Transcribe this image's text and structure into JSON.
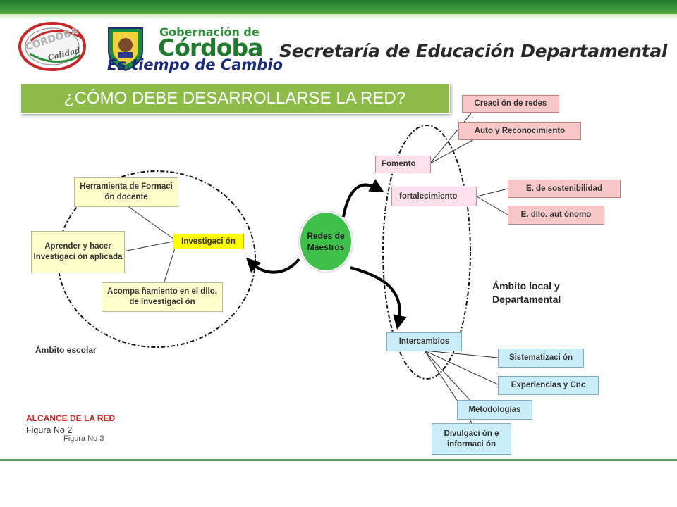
{
  "header": {
    "gov_line1": "Gobernación de",
    "gov_line2": "Córdoba",
    "gov_line3": "Es tiempo de Cambio",
    "secretaria": "Secretaría de Educación Departamental",
    "seal_text_top": "CÓRDOBA",
    "seal_text_bottom": "Calidad"
  },
  "title": "¿CÓMO DEBE DESARROLLARSE LA RED?",
  "center_node": "Redes de Maestros",
  "left": {
    "herramienta": "Herramienta de Formaci ón docente",
    "aprender": "Aprender y hacer Investigaci ón aplicada",
    "investigacion": "Investigaci ón",
    "acompanamiento": "Acompa ñamiento en el dllo. de investigaci ón",
    "ambito": "Ámbito escolar"
  },
  "right": {
    "creacion": "Creaci ón de redes",
    "auto": "Auto y Reconocimiento",
    "fomento": "Fomento",
    "fortalecimiento": "fortalecimiento",
    "sostenibilidad": "E. de sostenibilidad",
    "autonomo": "E. dllo. aut ónomo",
    "ambito": "Ámbito local y Departamental",
    "intercambios": "Intercambios",
    "sistematizacion": "Sistematizaci ón",
    "experiencias": "Experiencias y Cnc",
    "metodologias": "Metodologías",
    "divulgacion": "Divulgaci ón e informaci ón"
  },
  "footer": {
    "alcance": "ALCANCE DE LA RED",
    "figura2": "Figura No 2",
    "figura3": "Figura No 3"
  },
  "colors": {
    "banner": "#8dbb4a",
    "center": "#3ec04a",
    "brand_green": "#1f7a2e"
  }
}
